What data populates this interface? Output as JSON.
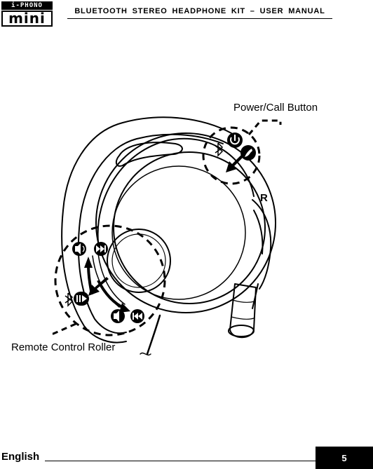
{
  "header": {
    "logo_top": "i-PHONO",
    "logo_main": "mini",
    "title": "BLUETOOTH  STEREO  HEADPHONE  KIT  –  USER  MANUAL"
  },
  "illustration": {
    "callouts": {
      "power_call": "Power/Call Button",
      "remote_roller": "Remote Control Roller"
    },
    "side_marker": "R",
    "icons": [
      "bluetooth-icon",
      "power-icon",
      "phone-icon",
      "volume-icon",
      "forward-icon",
      "play-pause-icon",
      "volume-down-icon",
      "rewind-icon"
    ]
  },
  "footer": {
    "language": "English",
    "page_number": "5"
  }
}
